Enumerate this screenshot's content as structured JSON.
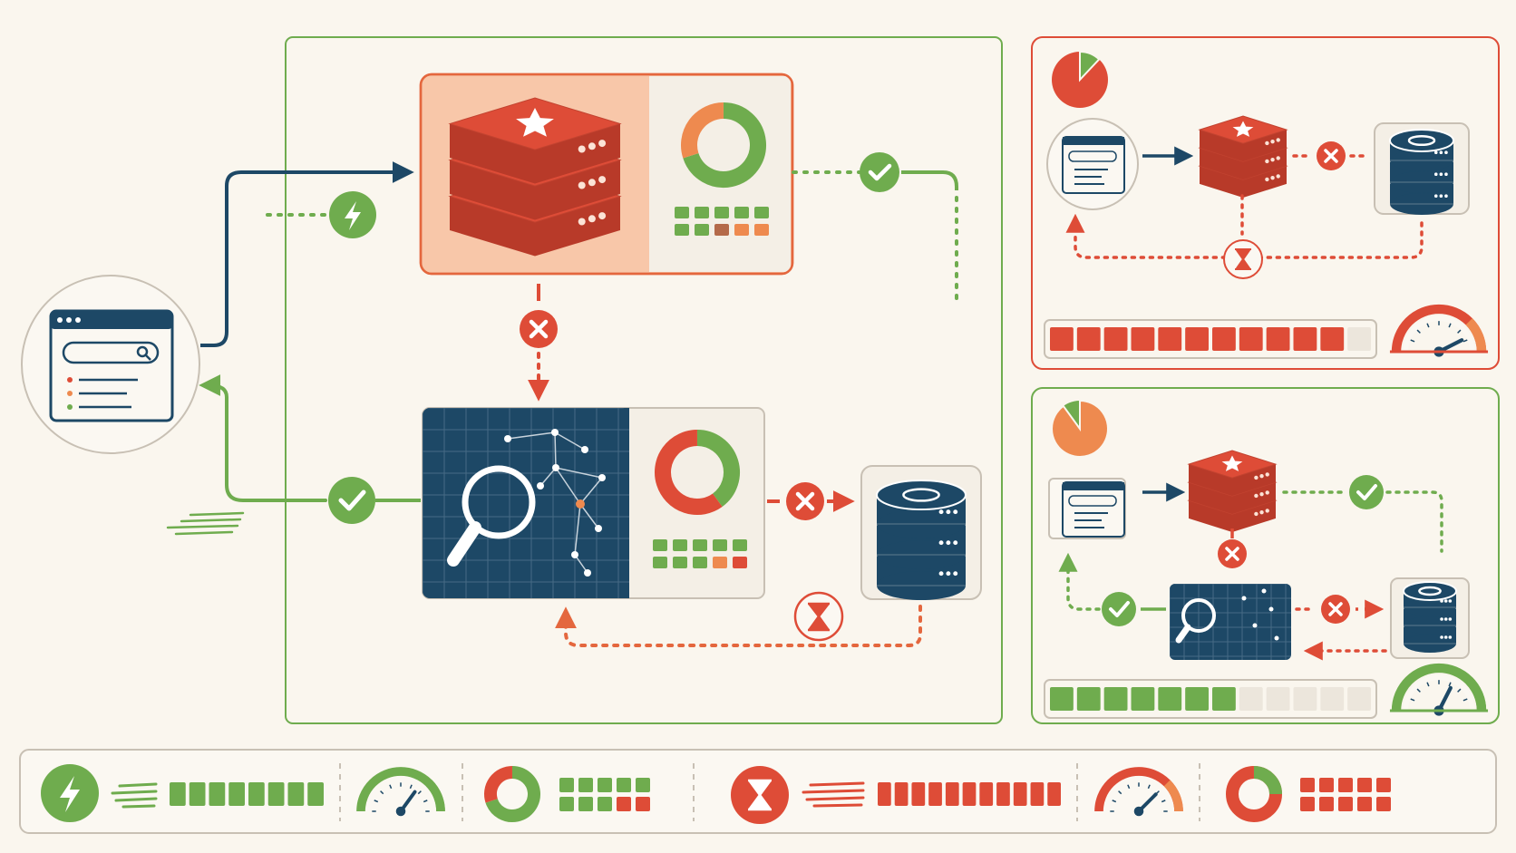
{
  "colors": {
    "background": "#faf6ee",
    "green": "#6fac4e",
    "red": "#de4c37",
    "orange": "#ee8a4f",
    "navy": "#1d4866",
    "peach": "#f8c7a9",
    "frame": "#c8c0b4"
  },
  "icons": {
    "browser": "browser-search-window-icon",
    "cache": "stacked-cache-server-icon",
    "search": "magnifier-search-index-icon",
    "database": "database-cylinder-icon",
    "hit": "check-circle-icon",
    "miss": "x-circle-icon",
    "latency": "hourglass-icon",
    "fast": "lightning-bolt-icon",
    "gauge": "speedometer-gauge-icon",
    "ratio": "donut-ratio-icon"
  },
  "cache_panel": {
    "donut_hit_fraction": 0.7
  },
  "search_panel": {
    "donut_hit_fraction": 0.4
  },
  "slow_scenario": {
    "pie_hit_fraction": 0.12,
    "progress_fill": 0.95,
    "gauge_level": 0.85
  },
  "fast_scenario": {
    "pie_hit_fraction": 0.9,
    "progress_fill": 0.6,
    "gauge_level": 0.65
  },
  "legend": {
    "fast_bar_fill": 1.0,
    "fast_gauge_level": 0.7,
    "fast_donut_fraction": 0.7,
    "slow_bar_fill": 1.0,
    "slow_gauge_level": 0.75,
    "slow_donut_fraction": 0.25
  }
}
